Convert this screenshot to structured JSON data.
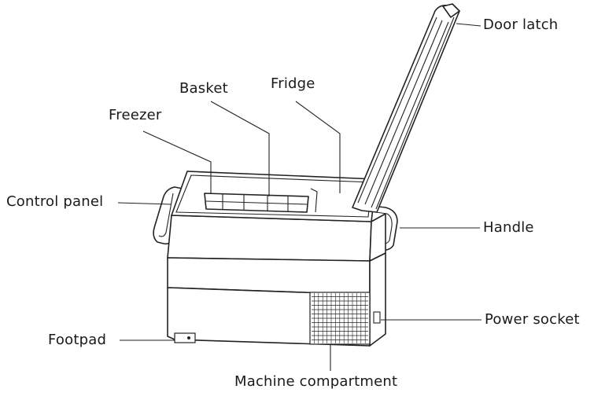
{
  "labels": {
    "door_latch": "Door latch",
    "fridge": "Fridge",
    "basket": "Basket",
    "freezer": "Freezer",
    "control_panel": "Control panel",
    "handle": "Handle",
    "power_socket": "Power socket",
    "footpad": "Footpad",
    "machine_compartment": "Machine compartment"
  },
  "colors": {
    "line": "#222222",
    "background": "#ffffff"
  }
}
